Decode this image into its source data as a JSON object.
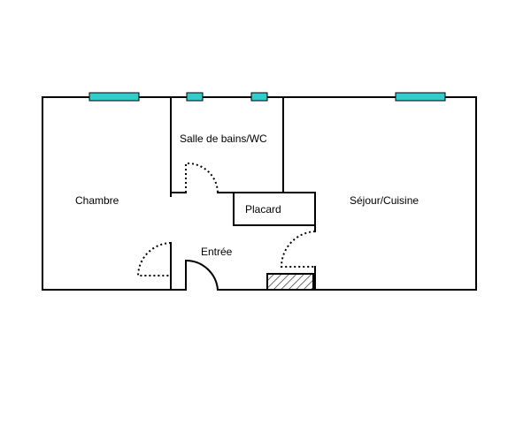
{
  "rooms": {
    "chambre": "Chambre",
    "salle_de_bains": "Salle de bains/WC",
    "sejour": "Séjour/Cuisine",
    "placard": "Placard",
    "entree": "Entrée"
  },
  "colors": {
    "window": "#33cccc",
    "wall": "#000000",
    "background": "#ffffff"
  },
  "symbols": {
    "windows": 4,
    "doors": 4,
    "hatched_element": "hatched-block"
  }
}
